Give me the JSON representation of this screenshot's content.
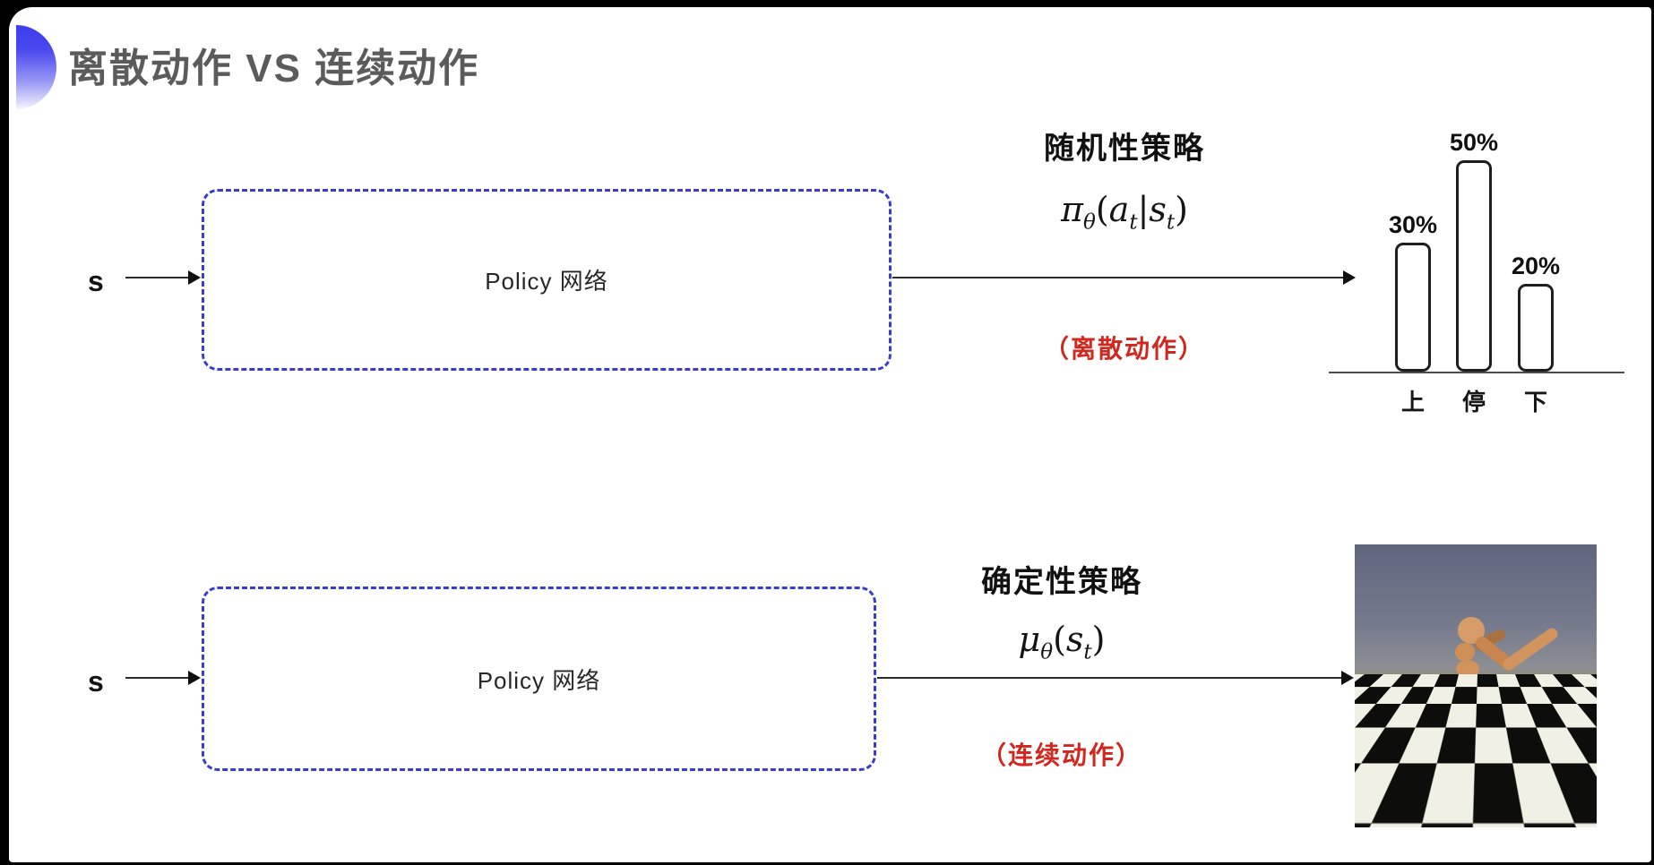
{
  "slide": {
    "title": "离散动作 VS 连续动作"
  },
  "top_flow": {
    "input_label": "s",
    "box_label": "Policy 网络",
    "policy_title": "随机性策略",
    "formula": {
      "pi": "π",
      "pi_sub": "θ",
      "open": "(",
      "arg1": "a",
      "arg1_sub": "t",
      "bar": "|",
      "arg2": "s",
      "arg2_sub": "t",
      "close": ")"
    },
    "action_note": "（离散动作）"
  },
  "bottom_flow": {
    "input_label": "s",
    "box_label": "Policy 网络",
    "policy_title": "确定性策略",
    "formula": {
      "mu": "μ",
      "mu_sub": "θ",
      "open": "(",
      "arg": "s",
      "arg_sub": "t",
      "close": ")"
    },
    "action_note": "（连续动作）",
    "sim_image_alt": "MuJoCo humanoid robot running on black-and-white checkerboard floor"
  },
  "chart_data": {
    "type": "bar",
    "categories": [
      "上",
      "停",
      "下"
    ],
    "values": [
      30,
      50,
      20
    ],
    "value_labels": [
      "30%",
      "50%",
      "20%"
    ],
    "title": "",
    "xlabel": "",
    "ylabel": "",
    "ylim": [
      0,
      60
    ],
    "grid": false,
    "legend": "none",
    "bar_style": "outlined-white-rounded"
  },
  "colors": {
    "accent_bullet_blue": "#3c3cee",
    "dashed_box_blue": "#3a3ccd",
    "action_note_red": "#d0281e",
    "title_gray": "#5b5b5b",
    "text_black": "#141414",
    "bar_outline": "#1e1e1e"
  }
}
